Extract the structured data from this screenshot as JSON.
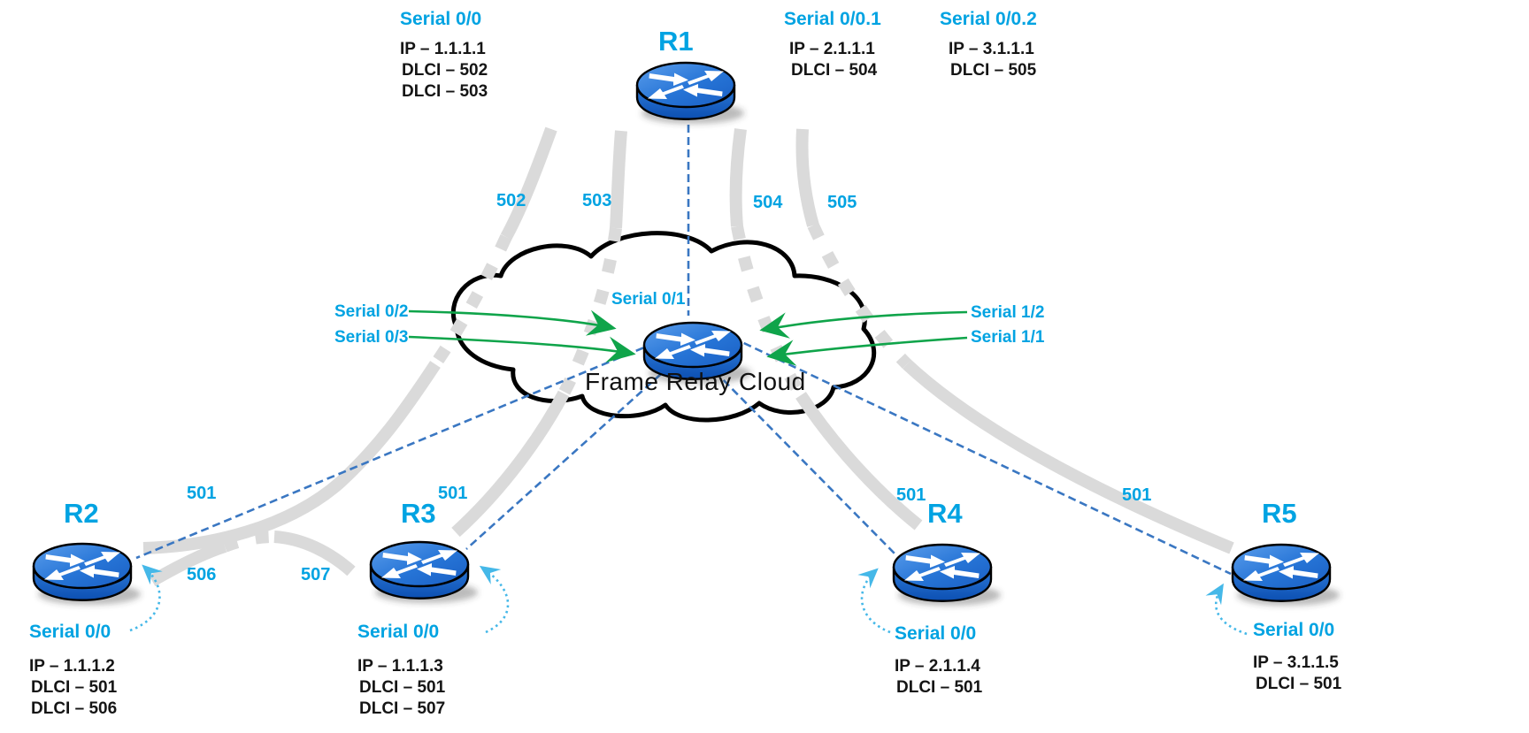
{
  "diagram_title": "Frame Relay Cloud",
  "colors": {
    "label_cyan": "#00A3E2",
    "text_black": "#151515",
    "pvc_pipe_gray": "#DADADA",
    "link_dash_blue": "#3A77C2",
    "arrow_green": "#0FA44A",
    "dotted_arrow_cyan": "#45B8E8",
    "router_blue": "#1E6BD2"
  },
  "cloud": {
    "title": "Frame Relay Cloud",
    "router_interface": "Serial 0/1",
    "left_interface_top": "Serial 0/2",
    "left_interface_bottom": "Serial 0/3",
    "right_interface_top": "Serial 1/2",
    "right_interface_bottom": "Serial 1/1"
  },
  "r1": {
    "name": "R1",
    "if1": {
      "label": "Serial 0/0",
      "ip": "IP – 1.1.1.1",
      "dlci_a": "DLCI – 502",
      "dlci_b": "DLCI – 503"
    },
    "if2": {
      "label": "Serial 0/0.1",
      "ip": "IP – 2.1.1.1",
      "dlci_a": "DLCI – 504"
    },
    "if3": {
      "label": "Serial 0/0.2",
      "ip": "IP – 3.1.1.1",
      "dlci_a": "DLCI – 505"
    }
  },
  "r2": {
    "name": "R2",
    "if": {
      "label": "Serial 0/0",
      "ip": "IP – 1.1.1.2",
      "dlci_a": "DLCI – 501",
      "dlci_b": "DLCI – 506"
    }
  },
  "r3": {
    "name": "R3",
    "if": {
      "label": "Serial 0/0",
      "ip": "IP – 1.1.1.3",
      "dlci_a": "DLCI – 501",
      "dlci_b": "DLCI – 507"
    }
  },
  "r4": {
    "name": "R4",
    "if": {
      "label": "Serial 0/0",
      "ip": "IP – 2.1.1.4",
      "dlci_a": "DLCI – 501"
    }
  },
  "r5": {
    "name": "R5",
    "if": {
      "label": "Serial 0/0",
      "ip": "IP – 3.1.1.5",
      "dlci_a": "DLCI – 501"
    }
  },
  "pvc": {
    "d502": "502",
    "d503": "503",
    "d504": "504",
    "d505": "505",
    "d501_r2": "501",
    "d501_r3": "501",
    "d501_r4": "501",
    "d501_r5": "501",
    "d506": "506",
    "d507": "507"
  }
}
